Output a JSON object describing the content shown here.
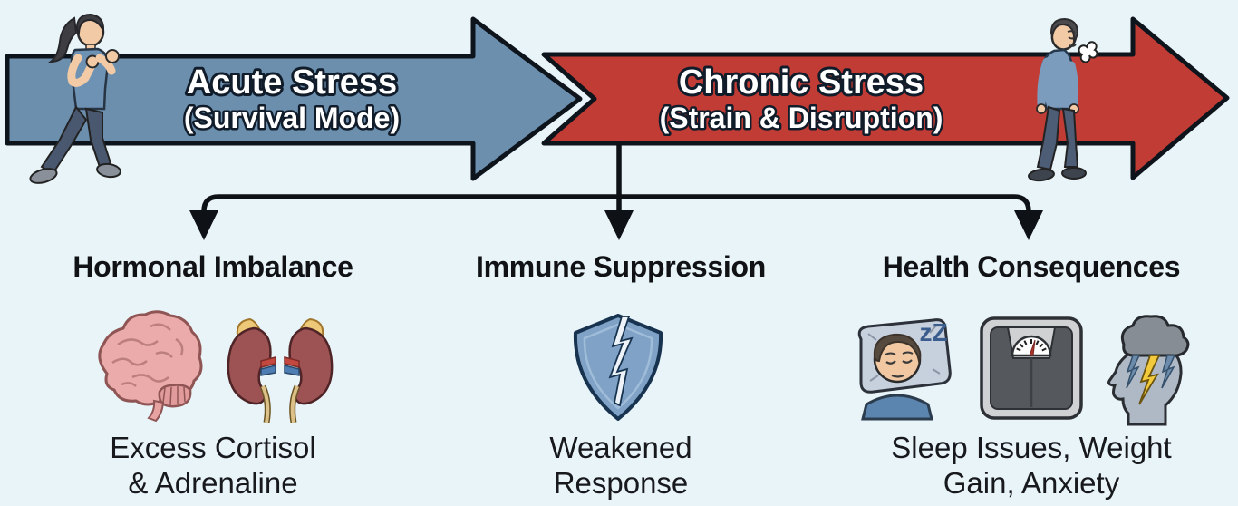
{
  "canvas": {
    "background": "#e9f4f9"
  },
  "timeline": {
    "acute": {
      "title": "Acute Stress",
      "subtitle": "(Survival Mode)",
      "arrow_color": "#6c8fae",
      "figure": "woman-exercising-icon"
    },
    "chronic": {
      "title": "Chronic Stress",
      "subtitle": "(Strain & Disruption)",
      "arrow_color": "#c23c36",
      "figure": "man-exhausted-icon"
    }
  },
  "branches": [
    {
      "heading": "Hormonal Imbalance",
      "caption": "Excess Cortisol\n& Adrenaline",
      "icons": [
        "brain-icon",
        "kidneys-adrenal-glands-icon"
      ]
    },
    {
      "heading": "Immune Suppression",
      "caption": "Weakened\nResponse",
      "icons": [
        "broken-shield-icon"
      ]
    },
    {
      "heading": "Health Consequences",
      "caption": "Sleep Issues, Weight\nGain, Anxiety",
      "icons": [
        "sleeping-person-icon",
        "weight-scale-icon",
        "storm-cloud-head-icon"
      ]
    }
  ],
  "decor": {
    "sleep_z": "zZ",
    "line_color": "#0e1116"
  }
}
